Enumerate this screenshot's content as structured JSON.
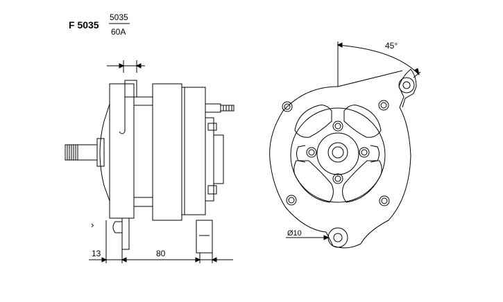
{
  "title": {
    "model": "F 5035",
    "numerator": "5035",
    "denominator": "60A"
  },
  "side_view": {
    "dim_left": "13",
    "dim_width": "80",
    "mark": "›"
  },
  "front_view": {
    "angle": "45°",
    "hole_label": "Ø10"
  },
  "colors": {
    "line": "#000000",
    "background": "#ffffff"
  }
}
